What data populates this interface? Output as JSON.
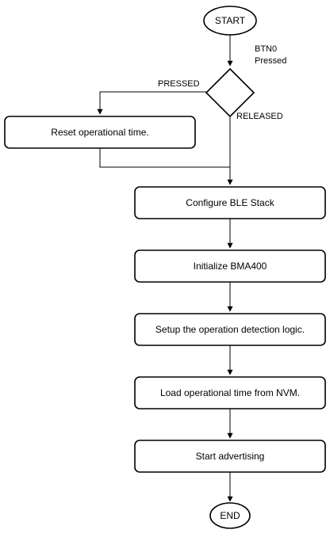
{
  "nodes": {
    "start": "START",
    "decision_label_line1": "BTN0",
    "decision_label_line2": "Pressed",
    "reset": "Reset operational time.",
    "configure_ble": "Configure BLE Stack",
    "initialize_bma": "Initialize BMA400",
    "setup_logic": "Setup the operation detection logic.",
    "load_time": "Load operational time from NVM.",
    "start_advertising": "Start advertising",
    "end": "END"
  },
  "edges": {
    "pressed": "PRESSED",
    "released": "RELEASED"
  }
}
